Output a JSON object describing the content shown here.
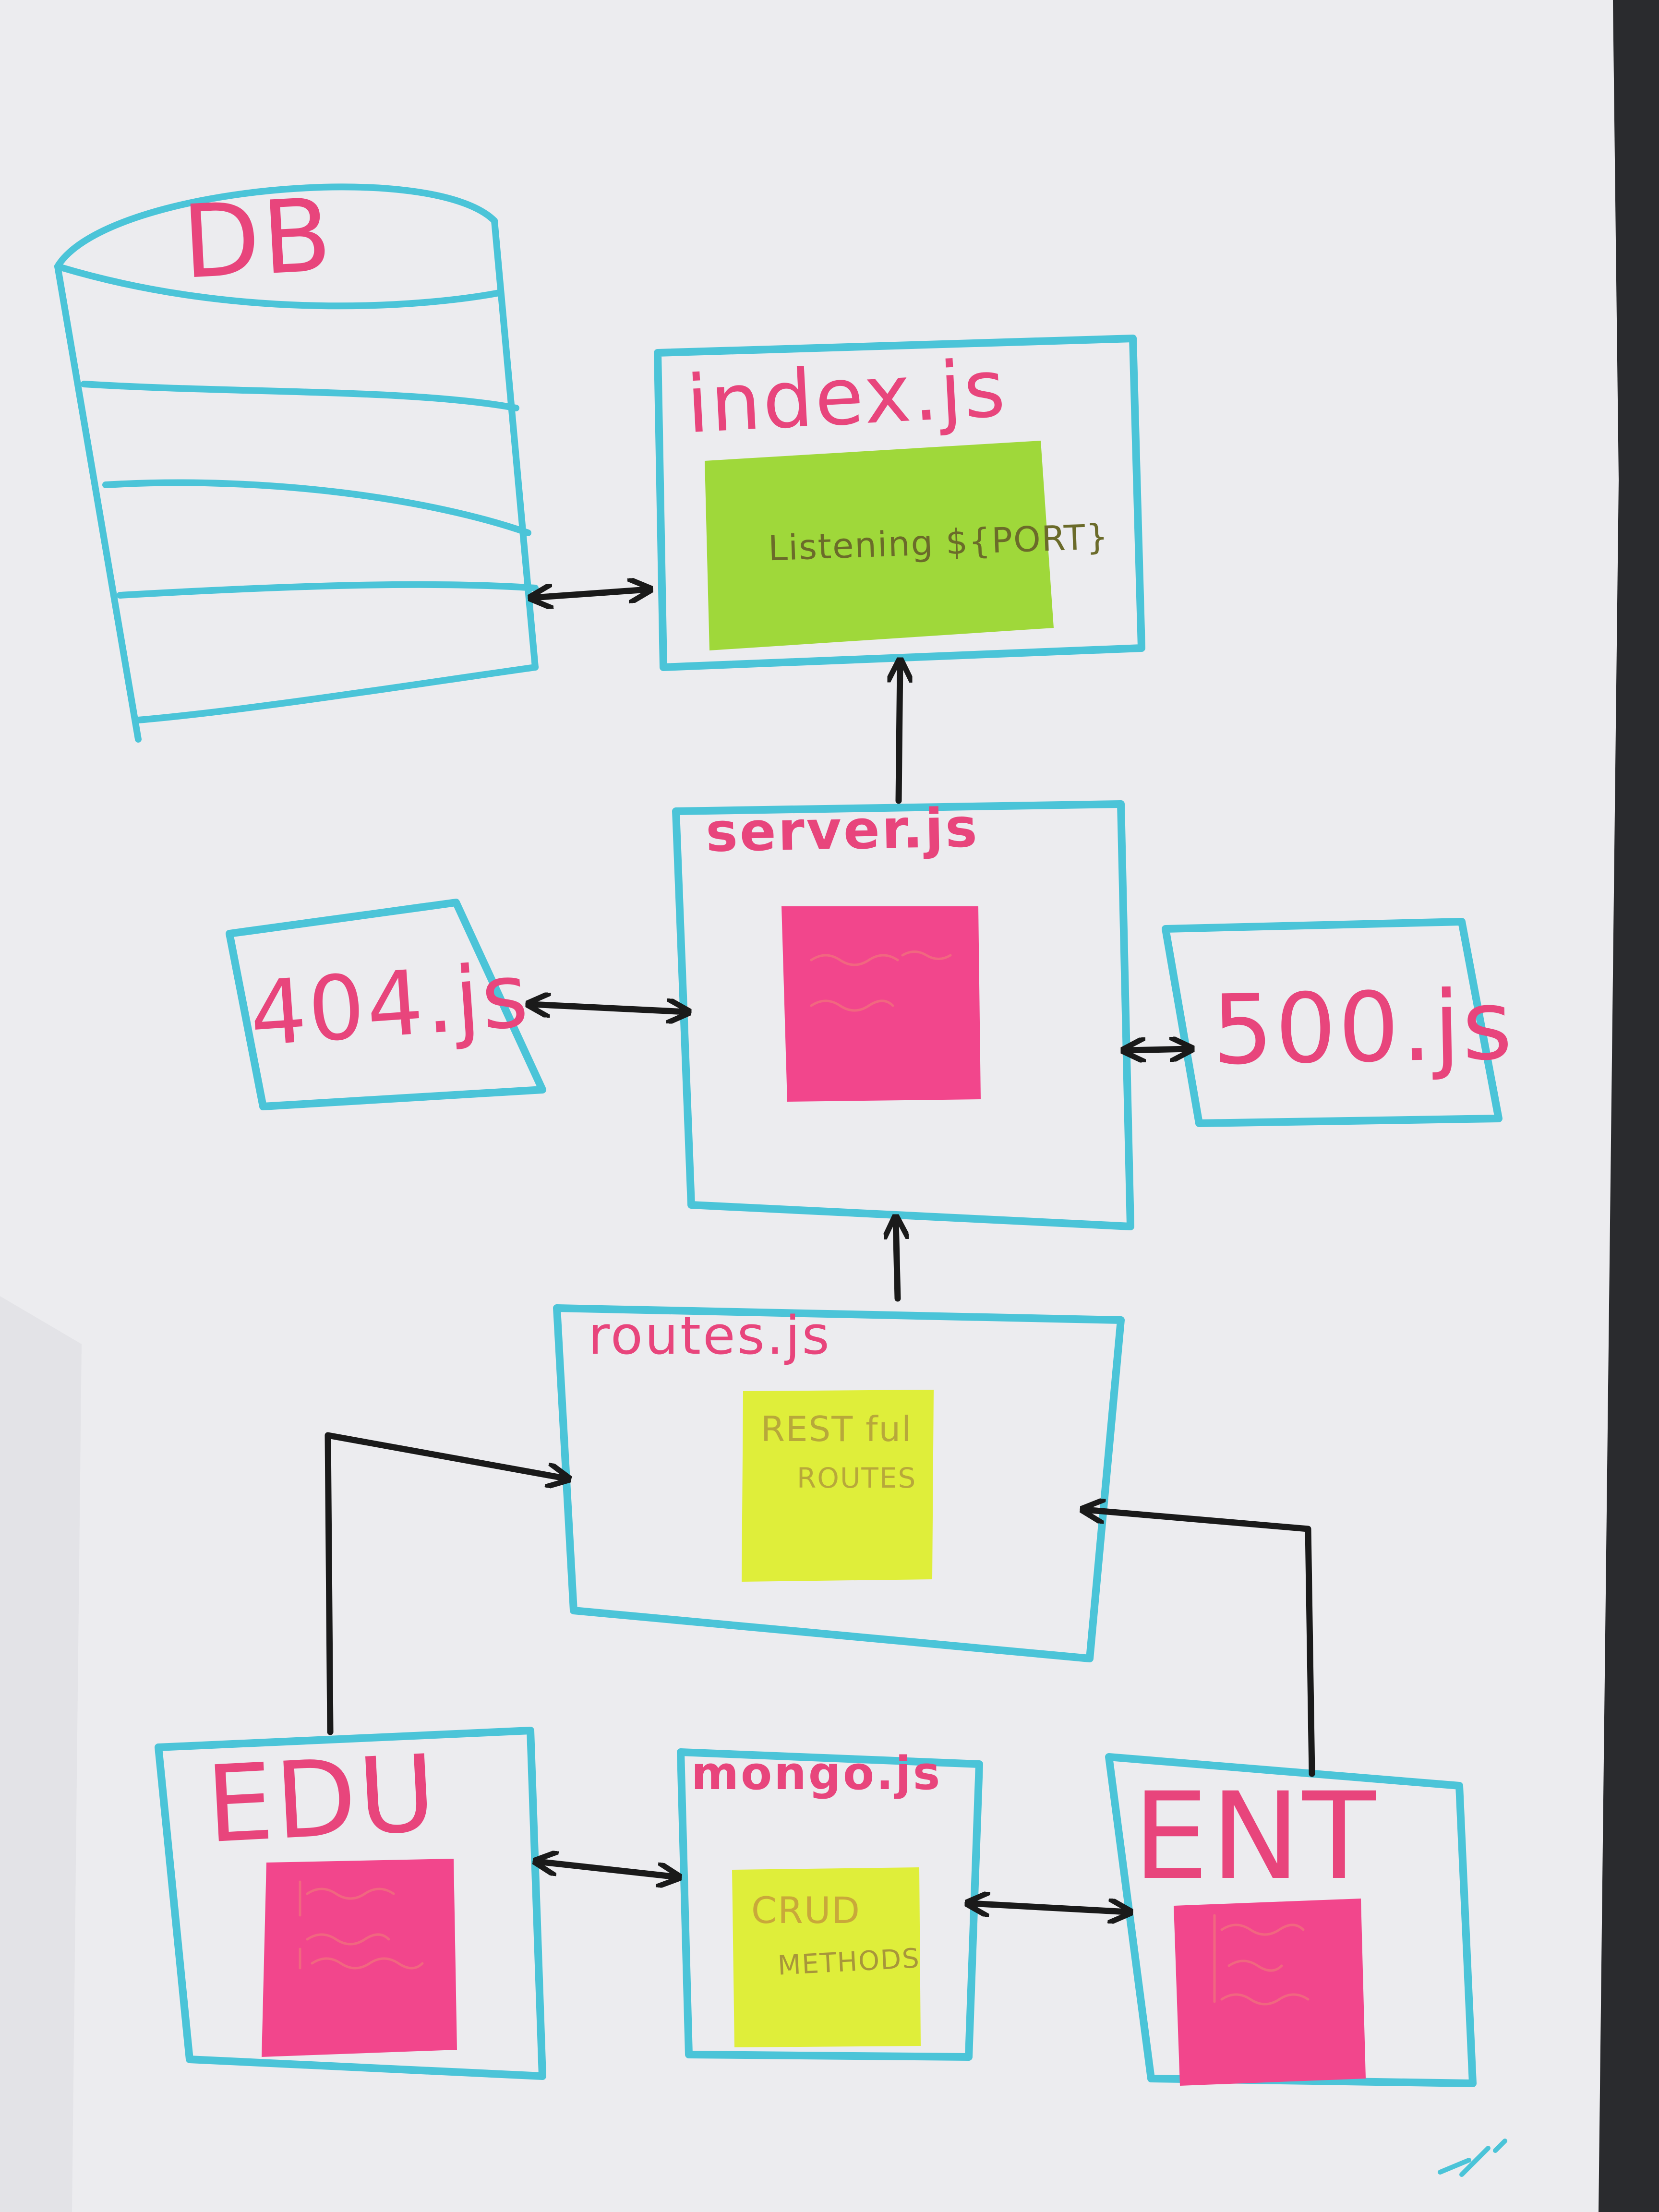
{
  "colors": {
    "paper": "#ececef",
    "box_outline": "#4bc4d8",
    "label_ink": "#e8457c",
    "arrow_ink": "#1a1a1a",
    "note_green": "#9fd83a",
    "note_pink": "#f2468c",
    "note_yellow": "#dfee3a",
    "note_ink_dark": "#6b6b2a",
    "note_ink_orange": "#e8732a"
  },
  "nodes": {
    "db": {
      "label": "DB",
      "shape": "cylinder"
    },
    "index": {
      "label": "index.js",
      "note": {
        "color": "green",
        "lines": [
          "Listening ${PORT}"
        ]
      }
    },
    "server": {
      "label": "server.js",
      "note": {
        "color": "pink",
        "lines": [
          "",
          ""
        ]
      }
    },
    "not_found": {
      "label": "404.js"
    },
    "server_error": {
      "label": "500.js"
    },
    "routes": {
      "label": "routes.js",
      "note": {
        "color": "yellow",
        "lines": [
          "REST ful",
          "ROUTES"
        ]
      }
    },
    "edu": {
      "label": "EDU",
      "note": {
        "color": "pink",
        "lines": [
          "",
          "",
          ""
        ]
      }
    },
    "mongo": {
      "label": "mongo.js",
      "note": {
        "color": "yellow",
        "lines": [
          "CRUD",
          "METHODS"
        ]
      }
    },
    "ent": {
      "label": "ENT",
      "note": {
        "color": "pink",
        "lines": [
          "",
          "",
          ""
        ]
      }
    }
  },
  "connections": [
    {
      "from": "db",
      "to": "index",
      "direction": "both"
    },
    {
      "from": "server",
      "to": "index",
      "direction": "forward"
    },
    {
      "from": "not_found",
      "to": "server",
      "direction": "both"
    },
    {
      "from": "server",
      "to": "server_error",
      "direction": "both"
    },
    {
      "from": "routes",
      "to": "server",
      "direction": "forward"
    },
    {
      "from": "edu",
      "to": "routes",
      "direction": "forward"
    },
    {
      "from": "ent",
      "to": "routes",
      "direction": "forward"
    },
    {
      "from": "edu",
      "to": "mongo",
      "direction": "both"
    },
    {
      "from": "mongo",
      "to": "ent",
      "direction": "both"
    }
  ]
}
